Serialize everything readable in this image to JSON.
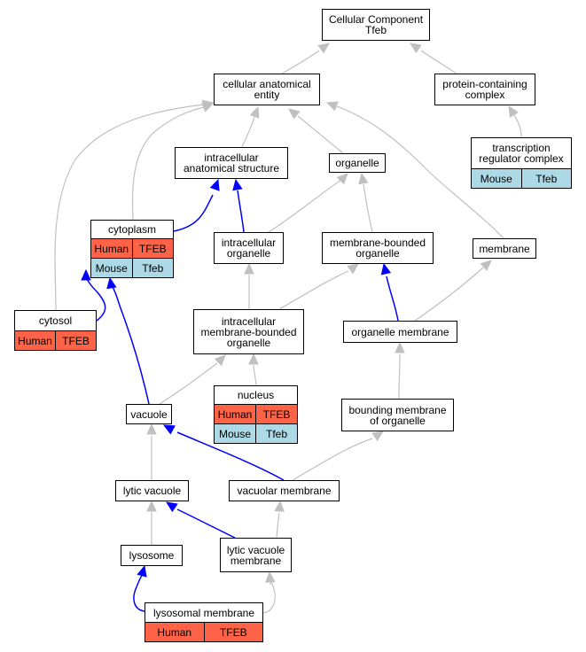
{
  "graph": {
    "nodes": {
      "root": {
        "lines": [
          "Cellular Component",
          "Tfeb"
        ]
      },
      "cae": {
        "lines": [
          "cellular anatomical",
          "entity"
        ]
      },
      "pcc": {
        "lines": [
          "protein-containing",
          "complex"
        ]
      },
      "trc": {
        "lines": [
          "transcription",
          "regulator complex"
        ]
      },
      "ias": {
        "lines": [
          "intracellular",
          "anatomical structure"
        ]
      },
      "org": {
        "lines": [
          "organelle"
        ]
      },
      "cyto": {
        "lines": [
          "cytoplasm"
        ]
      },
      "io": {
        "lines": [
          "intracellular",
          "organelle"
        ]
      },
      "mbo": {
        "lines": [
          "membrane-bounded",
          "organelle"
        ]
      },
      "mem": {
        "lines": [
          "membrane"
        ]
      },
      "cytosol": {
        "lines": [
          "cytosol"
        ]
      },
      "imbo": {
        "lines": [
          "intracellular",
          "membrane-bounded",
          "organelle"
        ]
      },
      "om": {
        "lines": [
          "organelle membrane"
        ]
      },
      "nuc": {
        "lines": [
          "nucleus"
        ]
      },
      "vac": {
        "lines": [
          "vacuole"
        ]
      },
      "bmo": {
        "lines": [
          "bounding membrane",
          "of organelle"
        ]
      },
      "lv": {
        "lines": [
          "lytic vacuole"
        ]
      },
      "vm": {
        "lines": [
          "vacuolar membrane"
        ]
      },
      "lys": {
        "lines": [
          "lysosome"
        ]
      },
      "lvm": {
        "lines": [
          "lytic vacuole",
          "membrane"
        ]
      },
      "lm": {
        "lines": [
          "lysosomal membrane"
        ]
      }
    },
    "annotations": {
      "cyto": [
        [
          "Human",
          "TFEB"
        ],
        [
          "Mouse",
          "Tfeb"
        ]
      ],
      "trc": [
        [
          "Mouse",
          "Tfeb"
        ]
      ],
      "cytosol": [
        [
          "Human",
          "TFEB"
        ]
      ],
      "nuc": [
        [
          "Human",
          "TFEB"
        ],
        [
          "Mouse",
          "Tfeb"
        ]
      ],
      "lm": [
        [
          "Human",
          "TFEB"
        ]
      ]
    },
    "edges": [
      {
        "from": "cae",
        "to": "root",
        "kind": "is_a"
      },
      {
        "from": "pcc",
        "to": "root",
        "kind": "is_a"
      },
      {
        "from": "trc",
        "to": "pcc",
        "kind": "is_a"
      },
      {
        "from": "ias",
        "to": "cae",
        "kind": "is_a"
      },
      {
        "from": "org",
        "to": "cae",
        "kind": "is_a"
      },
      {
        "from": "cyto",
        "to": "cae",
        "kind": "is_a"
      },
      {
        "from": "cytosol",
        "to": "cae",
        "kind": "is_a"
      },
      {
        "from": "mem",
        "to": "cae",
        "kind": "is_a"
      },
      {
        "from": "cyto",
        "to": "ias",
        "kind": "part_of"
      },
      {
        "from": "io",
        "to": "ias",
        "kind": "part_of"
      },
      {
        "from": "io",
        "to": "org",
        "kind": "is_a"
      },
      {
        "from": "mbo",
        "to": "org",
        "kind": "is_a"
      },
      {
        "from": "cytosol",
        "to": "cyto",
        "kind": "part_of"
      },
      {
        "from": "imbo",
        "to": "io",
        "kind": "is_a"
      },
      {
        "from": "imbo",
        "to": "mbo",
        "kind": "is_a"
      },
      {
        "from": "om",
        "to": "mbo",
        "kind": "part_of"
      },
      {
        "from": "om",
        "to": "mem",
        "kind": "is_a"
      },
      {
        "from": "nuc",
        "to": "imbo",
        "kind": "is_a"
      },
      {
        "from": "vac",
        "to": "imbo",
        "kind": "is_a"
      },
      {
        "from": "vac",
        "to": "cyto",
        "kind": "part_of"
      },
      {
        "from": "bmo",
        "to": "om",
        "kind": "is_a"
      },
      {
        "from": "lv",
        "to": "vac",
        "kind": "is_a"
      },
      {
        "from": "vm",
        "to": "vac",
        "kind": "part_of"
      },
      {
        "from": "vm",
        "to": "bmo",
        "kind": "is_a"
      },
      {
        "from": "lys",
        "to": "lv",
        "kind": "is_a"
      },
      {
        "from": "lvm",
        "to": "lv",
        "kind": "part_of"
      },
      {
        "from": "lvm",
        "to": "vm",
        "kind": "is_a"
      },
      {
        "from": "lm",
        "to": "lys",
        "kind": "part_of"
      },
      {
        "from": "lm",
        "to": "lvm",
        "kind": "is_a"
      }
    ]
  },
  "colors": {
    "is_a_edge": "#c0c0c0",
    "part_of_edge": "#0000ff",
    "human_cell": "#ff6347",
    "mouse_cell": "#add8e6"
  }
}
